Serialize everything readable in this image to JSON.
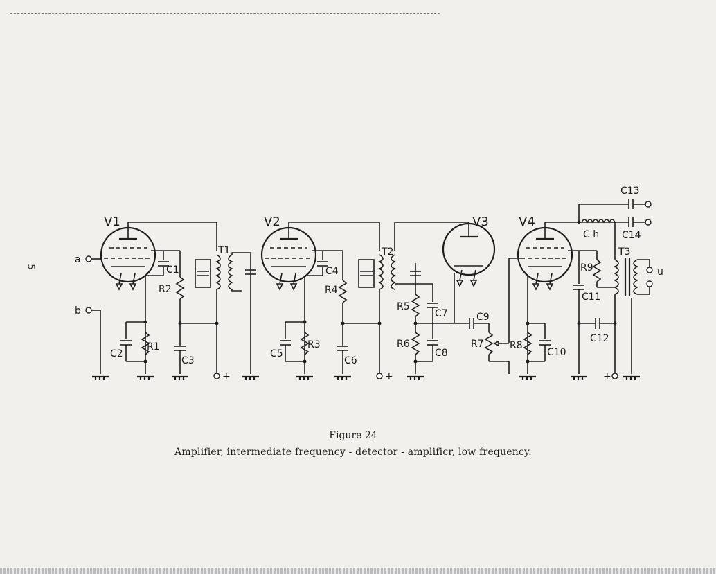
{
  "page_number": "5",
  "figure": {
    "title": "Figure 24",
    "caption": "Amplifier, intermediate frequency - detector - amplificr, low frequency."
  },
  "inputs": [
    "a",
    "b"
  ],
  "output": "u",
  "supply": [
    "+",
    "+",
    "+"
  ],
  "tubes": [
    "V1",
    "V2",
    "V3",
    "V4"
  ],
  "transformers": [
    "T1",
    "T2",
    "T3"
  ],
  "resistors": [
    "R1",
    "R2",
    "R3",
    "R4",
    "R5",
    "R6",
    "R7",
    "R8",
    "R9"
  ],
  "capacitors": [
    "C1",
    "C2",
    "C3",
    "C4",
    "C5",
    "C6",
    "C7",
    "C8",
    "C9",
    "C10",
    "C11",
    "C12",
    "C13",
    "C14"
  ],
  "choke": "C h"
}
